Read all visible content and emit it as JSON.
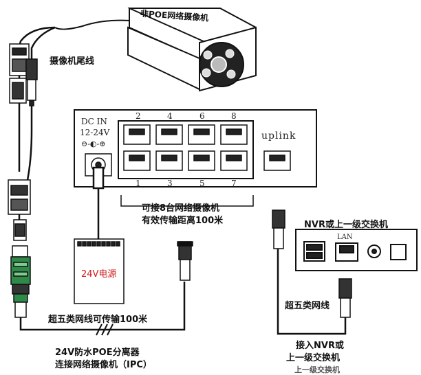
{
  "camera": {
    "label": "非POE网络摄像机"
  },
  "pigtail": {
    "label": "摄像机尾线"
  },
  "switch": {
    "dc_in_line1": "DC IN",
    "dc_in_line2": "12-24V",
    "dc_polarity": "⊖-◐-⊕",
    "uplink_label": "uplink",
    "port_numbers_top": [
      "2",
      "4",
      "6",
      "8"
    ],
    "port_numbers_bottom": [
      "1",
      "3",
      "5",
      "7"
    ],
    "capacity_line1": "可接8台网络摄像机",
    "capacity_line2": "有效传输距离100米"
  },
  "psu": {
    "label": "24V电源"
  },
  "nvr": {
    "title": "NVR或上一级交换机",
    "lan_label": "LAN"
  },
  "cables": {
    "cat5e_left": "超五类网线可传输100米",
    "cat5e_right": "超五类网线"
  },
  "splitter": {
    "line1": "24V防水POE分离器",
    "line2": "连接网络摄像机（IPC）"
  },
  "nvr_connect": {
    "line1": "接入NVR或",
    "line2": "上一级交换机",
    "line3": "上一级交换机"
  }
}
